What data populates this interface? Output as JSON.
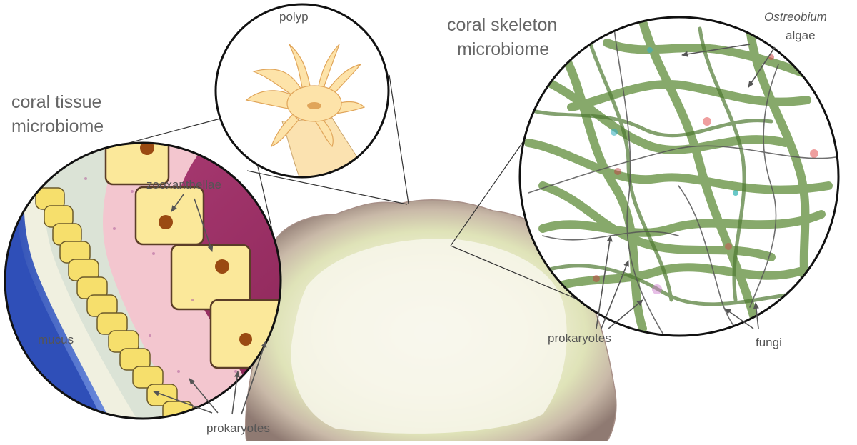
{
  "labels": {
    "polyp": "polyp",
    "tissue_title_line1": "coral tissue",
    "tissue_title_line2": "microbiome",
    "skeleton_title_line1": "coral skeleton",
    "skeleton_title_line2": "microbiome",
    "ostreobium": "Ostreobium",
    "algae": "algae",
    "zooxanthellae": "zooxanthellae",
    "mucus": "mucus",
    "prokaryotes_left": "prokaryotes",
    "prokaryotes_right": "prokaryotes",
    "fungi": "fungi"
  },
  "colors": {
    "algae_green": "#5e8a3a",
    "tissue_pink": "#f3c6cf",
    "symbiont_yellow": "#f6e27a",
    "nucleus_brown": "#9a4a12",
    "mucus_blue": "#3b5fc4",
    "outer_magenta": "#a0306a",
    "skeleton_beige": "#c8b3a6",
    "polyp_peach": "#fbdca8"
  }
}
